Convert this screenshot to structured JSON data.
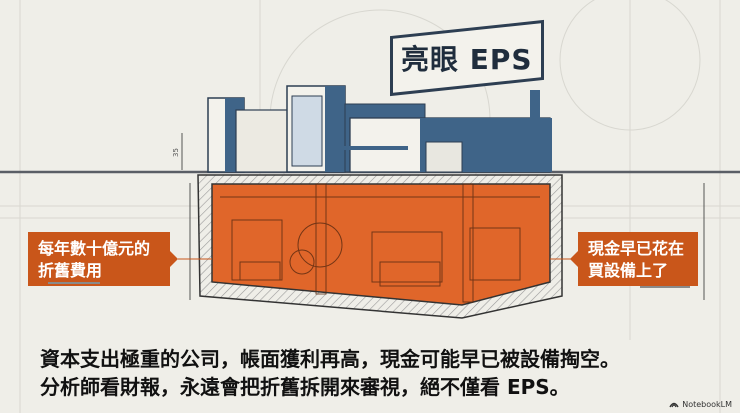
{
  "billboard": {
    "text": "亮眼 EPS"
  },
  "callouts": {
    "left": {
      "line1": "每年數十億元的",
      "line2": "折舊費用"
    },
    "right": {
      "line1": "現金早已花在",
      "line2": "買設備上了"
    }
  },
  "dimension_label": "35",
  "caption": {
    "line1": "資本支出極重的公司，帳面獲利再高，現金可能早已被設備掏空。",
    "line2": "分析師看財報，永遠會把折舊拆開來審視，絕不僅看 EPS。"
  },
  "brand": {
    "label": "NotebookLM",
    "icon": "notebooklm-logo-icon"
  },
  "colors": {
    "background": "#efeee8",
    "accent_orange": "#c9561a",
    "basement_fill": "#e0662a",
    "building_blue": "#3f6488",
    "dark_ink": "#2d3e52"
  }
}
